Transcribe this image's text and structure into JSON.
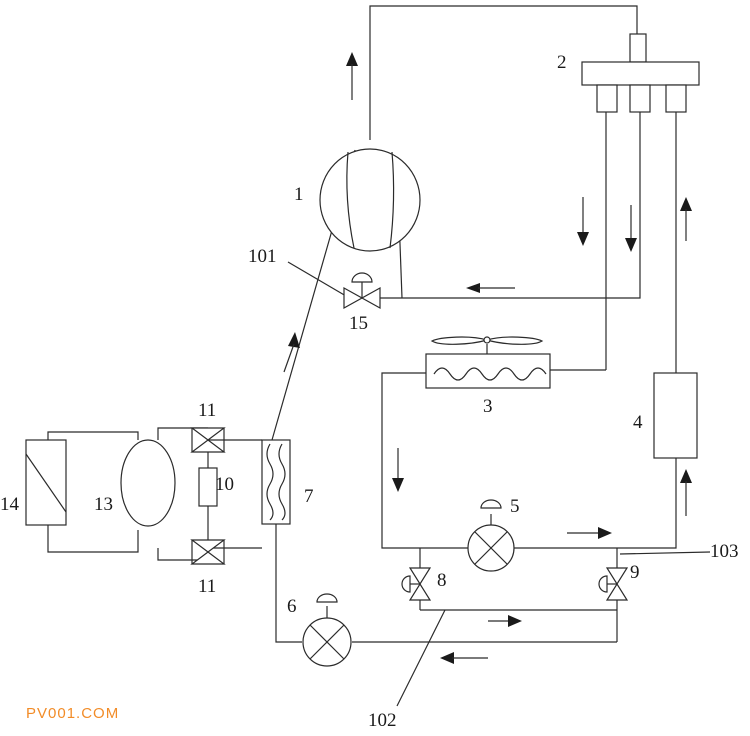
{
  "labels": {
    "compressor": "1",
    "distributor": "2",
    "condenser": "3",
    "receiver": "4",
    "valve_5": "5",
    "valve_6": "6",
    "heat_exchanger": "7",
    "valve_8": "8",
    "valve_9": "9",
    "component_10": "10",
    "valve_11_top": "11",
    "valve_11_bottom": "11",
    "vessel_13": "13",
    "component_14": "14",
    "valve_15": "15",
    "port_101": "101",
    "port_102": "102",
    "port_103": "103"
  },
  "watermark": "PV001.COM"
}
